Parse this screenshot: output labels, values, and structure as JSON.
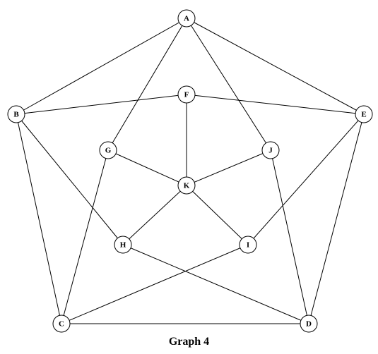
{
  "diagram": {
    "caption": "Graph 4",
    "nodes": [
      {
        "id": "A",
        "label": "A"
      },
      {
        "id": "B",
        "label": "B"
      },
      {
        "id": "C",
        "label": "C"
      },
      {
        "id": "D",
        "label": "D"
      },
      {
        "id": "E",
        "label": "E"
      },
      {
        "id": "F",
        "label": "F"
      },
      {
        "id": "G",
        "label": "G"
      },
      {
        "id": "H",
        "label": "H"
      },
      {
        "id": "I",
        "label": "I"
      },
      {
        "id": "J",
        "label": "J"
      },
      {
        "id": "K",
        "label": "K"
      }
    ],
    "edges": [
      [
        "A",
        "B"
      ],
      [
        "A",
        "E"
      ],
      [
        "A",
        "G"
      ],
      [
        "A",
        "J"
      ],
      [
        "B",
        "F"
      ],
      [
        "B",
        "C"
      ],
      [
        "B",
        "H"
      ],
      [
        "E",
        "F"
      ],
      [
        "E",
        "D"
      ],
      [
        "E",
        "I"
      ],
      [
        "F",
        "K"
      ],
      [
        "G",
        "K"
      ],
      [
        "G",
        "C"
      ],
      [
        "J",
        "K"
      ],
      [
        "J",
        "D"
      ],
      [
        "K",
        "H"
      ],
      [
        "K",
        "I"
      ],
      [
        "H",
        "D"
      ],
      [
        "I",
        "C"
      ],
      [
        "C",
        "D"
      ]
    ]
  }
}
